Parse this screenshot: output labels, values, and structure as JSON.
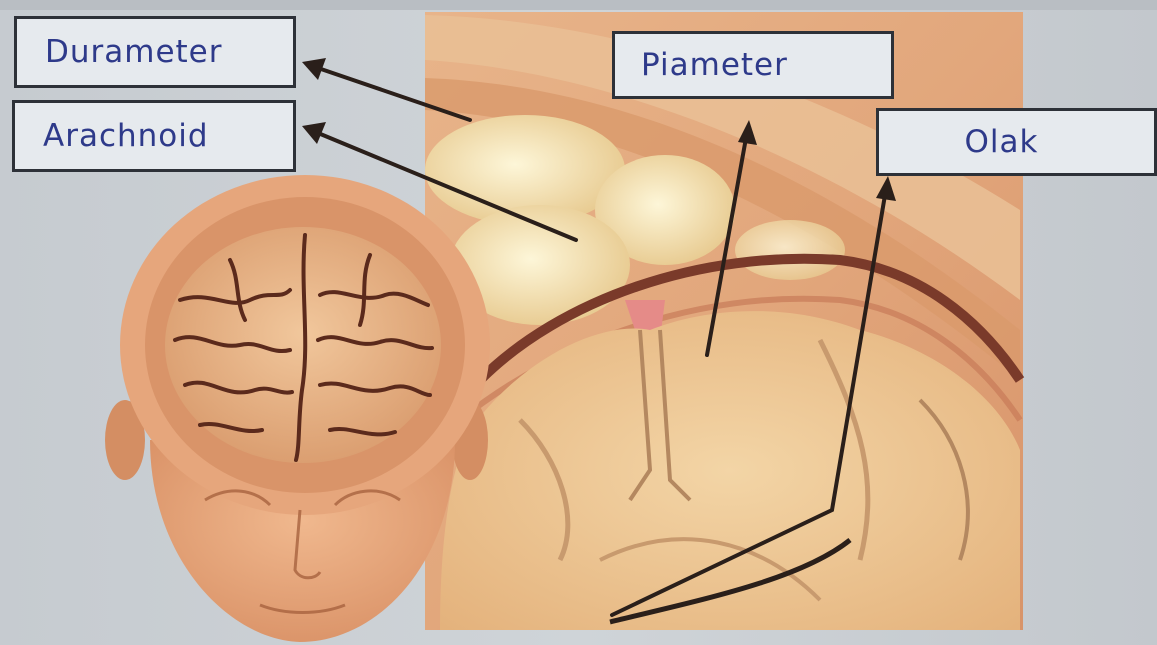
{
  "labels": {
    "durameter": "Durameter",
    "arachnoid": "Arachnoid",
    "piameter": "Piameter",
    "olak": "Olak"
  },
  "colors": {
    "label_text": "#2e3a8a",
    "label_border": "#2d3138",
    "label_bg": "#e6eaee",
    "background": "#c9ced3",
    "skin": "#e0a078",
    "brain": "#e9b88c",
    "sulcus": "#5b2a1c",
    "arrow": "#2a1f1a"
  },
  "icons": {
    "head": "head-top-view-illustration",
    "cross_section": "meninges-cross-section-illustration"
  }
}
